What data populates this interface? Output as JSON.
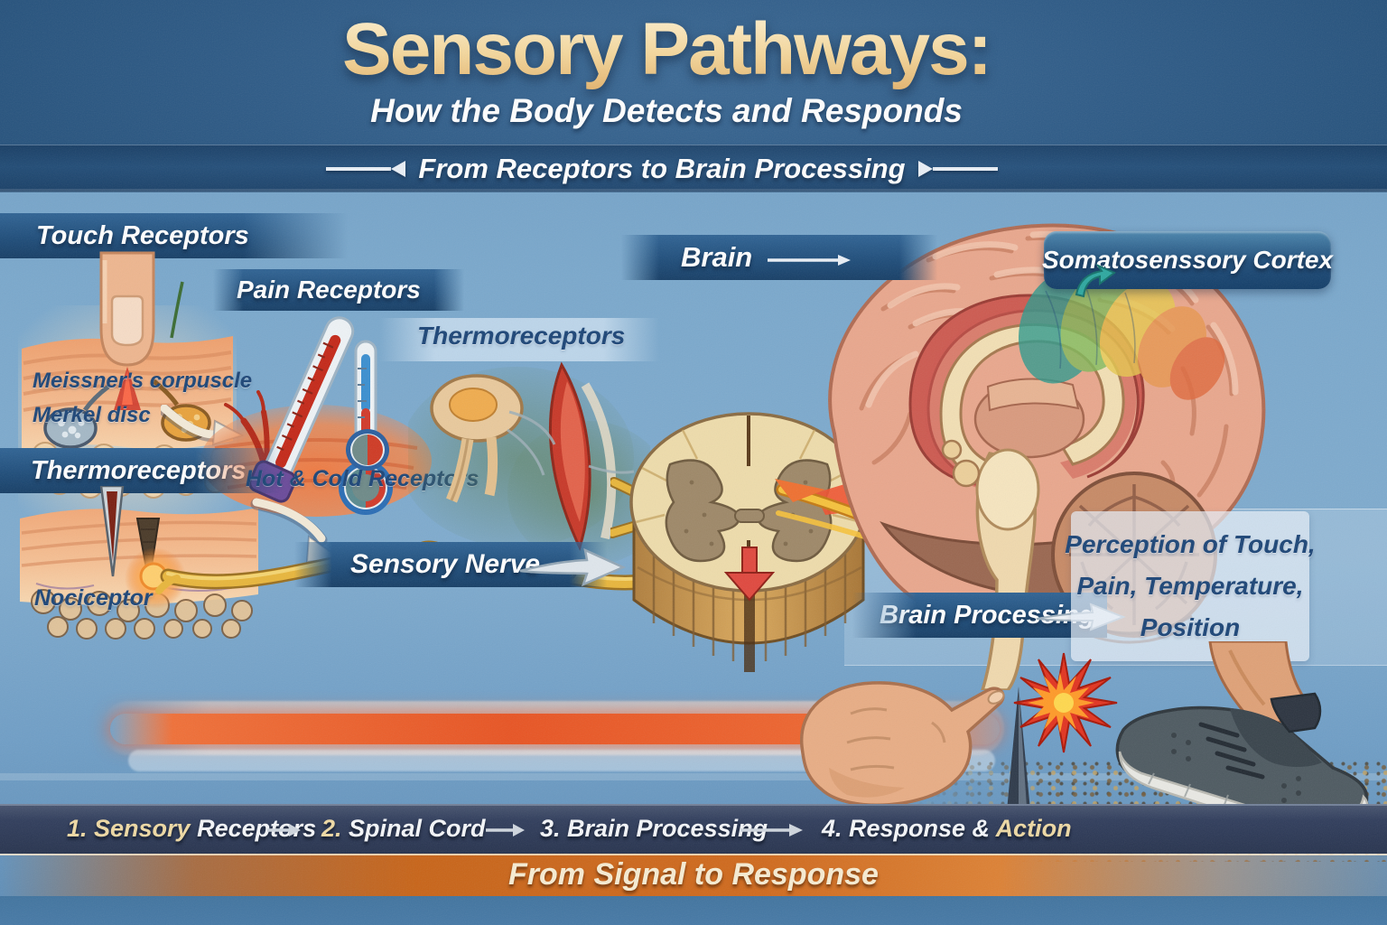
{
  "header": {
    "title": "Sensory Pathways:",
    "subtitle": "How the Body Detects and Responds",
    "tagline": "From Receptors to Brain Processing"
  },
  "receptor_labels": {
    "touch": "Touch Receptors",
    "pain": "Pain Receptors",
    "thermo_mid": "Thermoreceptors",
    "thermo_left": "Thermoreceptors",
    "meissner": "Meissner's corpuscle",
    "merkel": "Merkel disc",
    "hot_cold": "Hot & Cold Receptors",
    "nociceptor": "Nociceptor"
  },
  "pathway_labels": {
    "sensory_nerve": "Sensory Nerve",
    "brain": "Brain",
    "somatosensory_cortex": "Somatosenssory Cortex",
    "brain_processing": "Brain Processing",
    "perception_lines": [
      "Perception of Touch,",
      "Pain, Temperature,",
      "Position"
    ]
  },
  "steps": [
    {
      "parts": [
        {
          "text": "1. Sensory "
        },
        {
          "text": "Receptors"
        }
      ]
    },
    {
      "parts": [
        {
          "text": "2. "
        },
        {
          "text": "Spinal Cord"
        }
      ]
    },
    {
      "parts": [
        {
          "text": "3. Brain Processing"
        }
      ]
    },
    {
      "parts": [
        {
          "text": "4. Response & "
        },
        {
          "text": "Action"
        }
      ]
    }
  ],
  "footer": {
    "banner": "From Signal to Response"
  },
  "colors": {
    "accent_gold": "#f2d9a2",
    "banner_blue": "#1d4b78",
    "orange_bar": "#d0691e",
    "label_blue": "#1c4577",
    "signal_orange": "#e85423",
    "nerve_yellow": "#e8b63c"
  }
}
